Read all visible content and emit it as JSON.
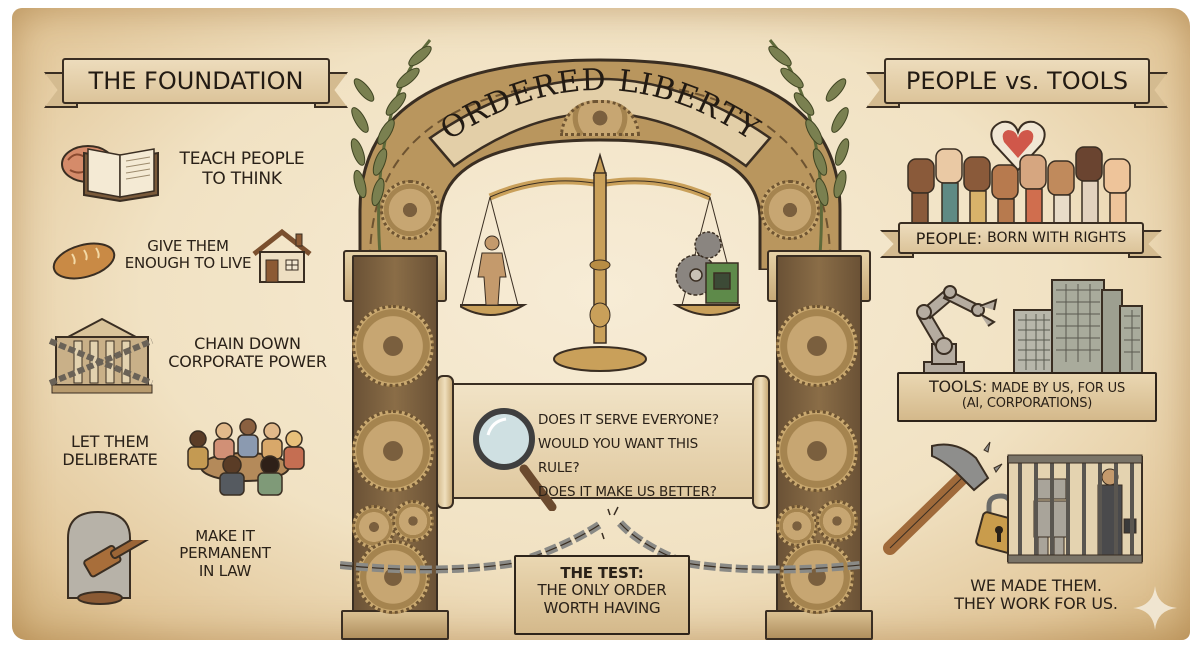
{
  "title": "ORDERED LIBERTY",
  "left_panel": {
    "heading": "THE FOUNDATION",
    "items": [
      {
        "text": "TEACH PEOPLE\nTO THINK",
        "line1": "TEACH PEOPLE",
        "line2": "TO THINK",
        "icons": [
          "brain-icon",
          "open-book-icon"
        ]
      },
      {
        "line1": "GIVE THEM",
        "line2": "ENOUGH TO LIVE",
        "icons": [
          "bread-icon",
          "house-icon"
        ]
      },
      {
        "line1": "CHAIN DOWN",
        "line2": "CORPORATE POWER",
        "icons": [
          "chained-building-icon"
        ]
      },
      {
        "line1": "LET THEM",
        "line2": "DELIBERATE",
        "icons": [
          "round-table-people-icon"
        ]
      },
      {
        "line1": "MAKE IT",
        "line2": "PERMANENT",
        "line3": "IN LAW",
        "icons": [
          "stone-tablet-icon",
          "gavel-icon"
        ]
      }
    ]
  },
  "center_panel": {
    "arch_banner": "ORDERED LIBERTY",
    "scales": {
      "left_pan": "person",
      "right_pan": "gears and circuit chip"
    },
    "questions": [
      "DOES IT SERVE EVERYONE?",
      "WOULD YOU WANT THIS RULE?",
      "DOES IT MAKE US BETTER?"
    ],
    "sign": {
      "line1": "THE TEST:",
      "line2": "THE ONLY ORDER",
      "line3": "WORTH HAVING"
    }
  },
  "right_panel": {
    "heading": "PEOPLE vs. TOOLS",
    "people_label": {
      "bold": "PEOPLE:",
      "rest": "BORN WITH RIGHTS"
    },
    "tools_label": {
      "bold": "TOOLS:",
      "rest": "MADE BY US, FOR US",
      "line2": "(AI, CORPORATIONS)"
    },
    "closing": {
      "line1": "WE MADE THEM.",
      "line2": "THEY WORK FOR US."
    }
  },
  "colors": {
    "parchment": "#f1e2c3",
    "ink": "#2a2118",
    "banner": "#e3cfa8",
    "brass": "#c9a05a",
    "gear": "#b8955e",
    "laurel": "#7a8050",
    "chain": "#8a8a86",
    "heart": "#d0574a"
  }
}
